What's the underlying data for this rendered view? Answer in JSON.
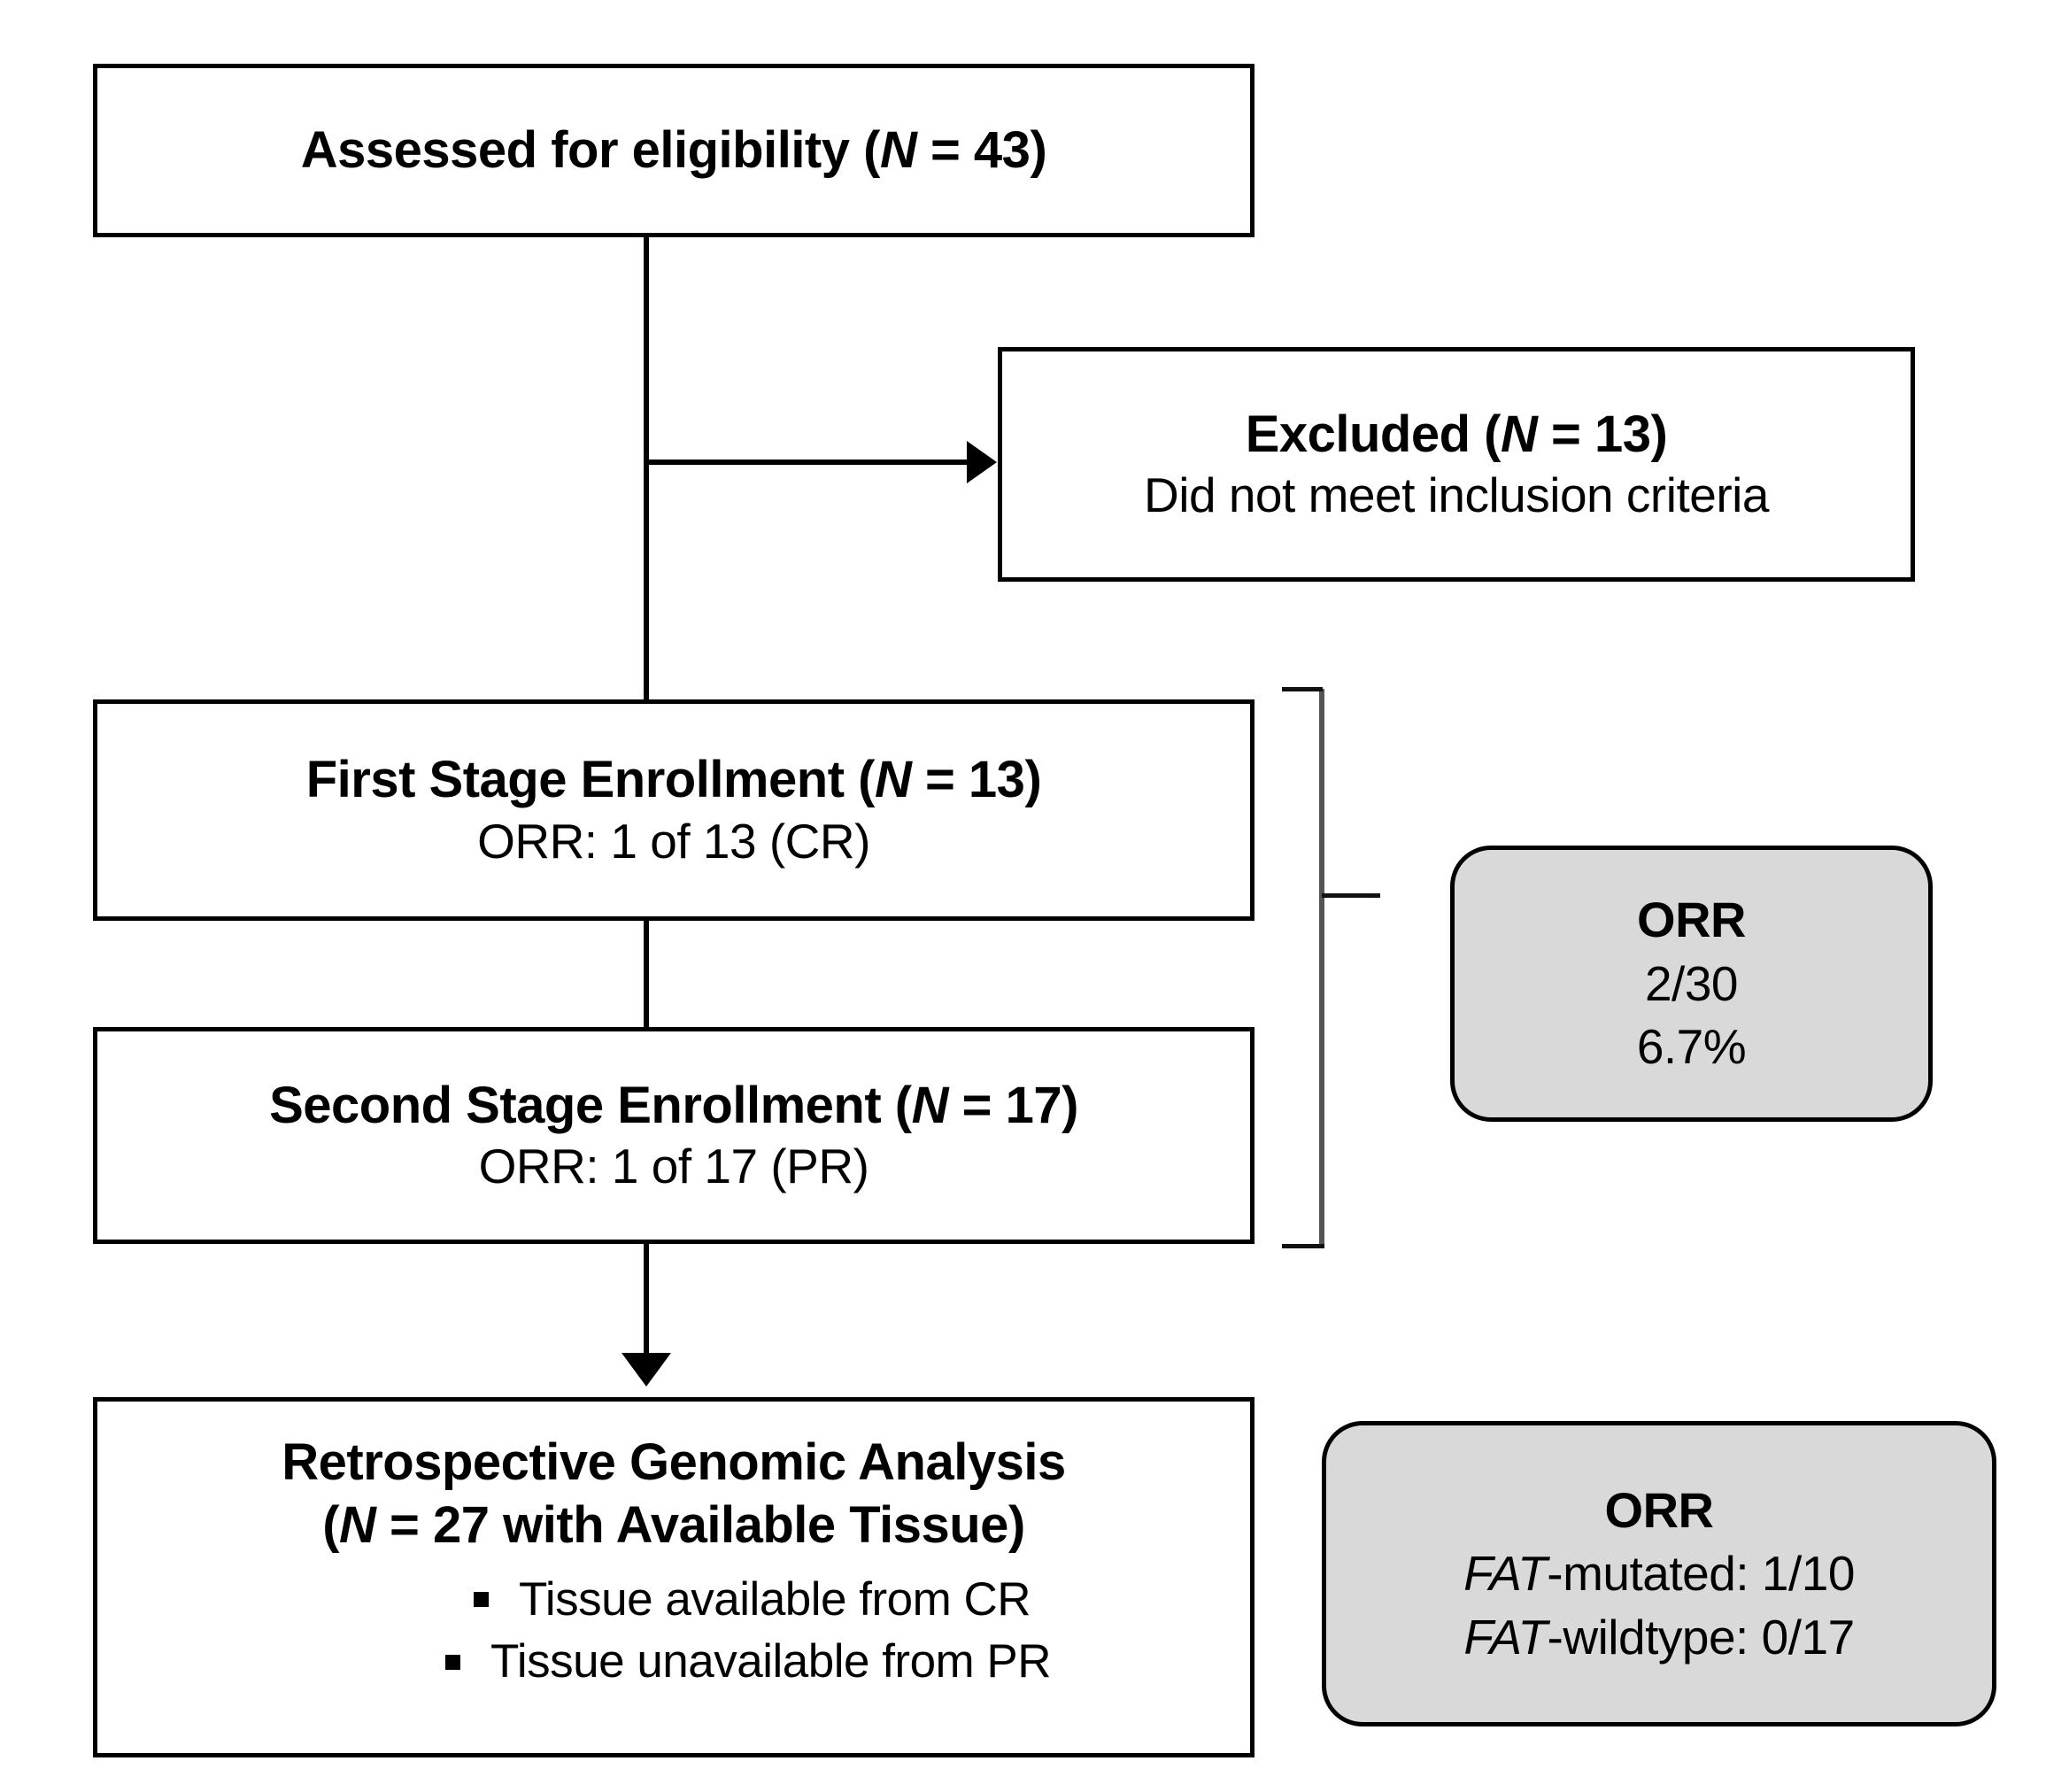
{
  "diagram": {
    "title": "Study enrollment and genomic analysis flow diagram",
    "colors": {
      "box_border": "#000000",
      "box_fill": "#ffffff",
      "callout_fill": "#d9d9d9",
      "text": "#000000",
      "connector": "#000000"
    },
    "boxes": {
      "assessed": {
        "line1_prefix": "Assessed for eligibility (",
        "line1_italic": "N",
        "line1_suffix": " = 43)"
      },
      "excluded": {
        "line1_prefix": "Excluded (",
        "line1_italic": "N",
        "line1_suffix": " = 13)",
        "line2": "Did not meet inclusion criteria"
      },
      "first_stage": {
        "line1_prefix": "First Stage Enrollment (",
        "line1_italic": "N",
        "line1_suffix": " = 13)",
        "line2": "ORR: 1 of 13 (CR)"
      },
      "second_stage": {
        "line1_prefix": "Second Stage Enrollment (",
        "line1_italic": "N",
        "line1_suffix": " = 17)",
        "line2": "ORR: 1 of 17 (PR)"
      },
      "retrospective": {
        "line1": "Retrospective Genomic Analysis",
        "line2_prefix": "(",
        "line2_italic": "N",
        "line2_suffix": " = 27 with Available Tissue)",
        "bullets": [
          "Tissue available from CR",
          "Tissue unavailable from PR"
        ]
      }
    },
    "callouts": {
      "orr_stage": {
        "heading": "ORR",
        "line2": "2/30",
        "line3": "6.7%"
      },
      "orr_genomic": {
        "heading": "ORR",
        "row1_italic": "FAT",
        "row1_rest": "-mutated: 1/10",
        "row2_italic": "FAT",
        "row2_rest": "-wildtype: 0/17"
      }
    },
    "connectors": {
      "assessed_to_first": "vertical-line",
      "assessed_to_excluded": "right-arrow",
      "first_to_second": "vertical-line",
      "second_to_retrospective": "down-arrow",
      "stages_bracket": "right-brace-connector"
    }
  }
}
